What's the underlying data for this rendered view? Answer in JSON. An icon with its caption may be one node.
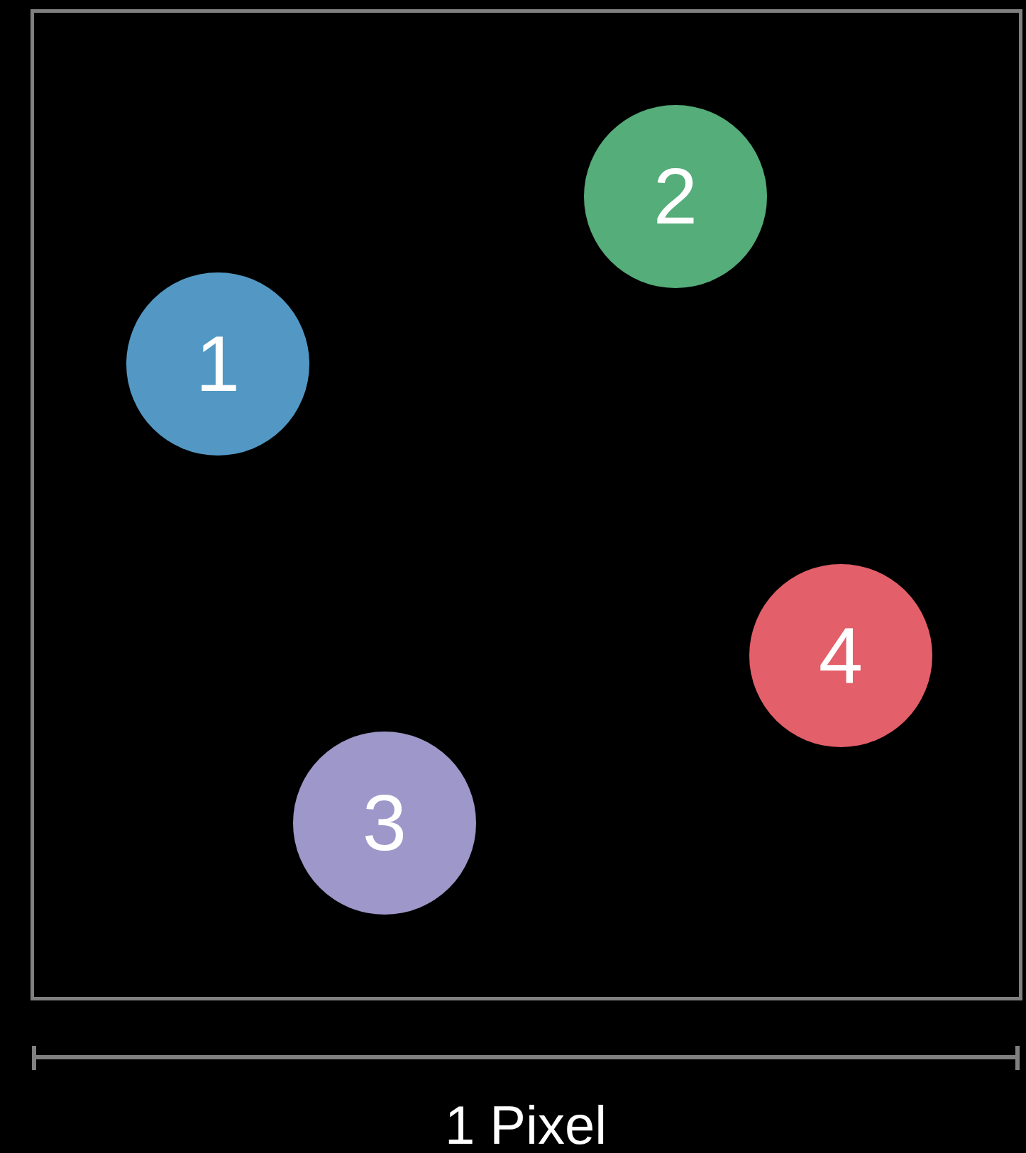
{
  "diagram": {
    "nodes": [
      {
        "text": [],
        "shape": "box"
      },
      {
        "text": [
          "1"
        ],
        "in": 0
      },
      {
        "text": [
          "2"
        ],
        "in": 0
      },
      {
        "text": [
          "3"
        ],
        "in": 0
      },
      {
        "text": [
          "4"
        ],
        "in": 0
      }
    ],
    "labels": [
      "1 Pixel"
    ]
  }
}
